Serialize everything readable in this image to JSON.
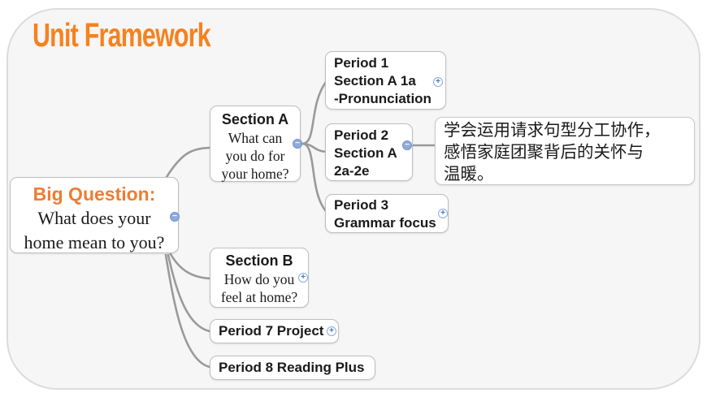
{
  "slide": {
    "title": "Unit Framework"
  },
  "nodes": {
    "big_question": {
      "heading": "Big Question:",
      "lines": [
        "What does your",
        "home mean to you?"
      ]
    },
    "section_a": {
      "heading": "Section A",
      "lines": [
        "What can",
        "you do for",
        "your home?"
      ]
    },
    "period_1": {
      "lines": [
        "Period 1",
        "Section A 1a",
        "-Pronunciation"
      ]
    },
    "period_2": {
      "lines": [
        "Period 2",
        "Section A",
        "2a-2e"
      ]
    },
    "period_2_note": {
      "lines": [
        "学会运用请求句型分工协作，",
        "感悟家庭团聚背后的关怀与",
        "温暖。"
      ]
    },
    "period_3": {
      "lines": [
        "Period 3",
        "Grammar focus"
      ]
    },
    "section_b": {
      "heading": "Section B",
      "lines": [
        "How do you",
        "feel at home?"
      ]
    },
    "period_7": {
      "label": "Period 7 Project"
    },
    "period_8": {
      "label": "Period 8 Reading Plus"
    }
  },
  "icons": {
    "collapse_toggle": "−",
    "expand_toggle": "+"
  },
  "colors": {
    "accent_orange": "#F5821F",
    "heading_orange": "#ED7D31",
    "connector_gray": "#9A9A9A",
    "toggle_blue": "#8FAADC"
  }
}
